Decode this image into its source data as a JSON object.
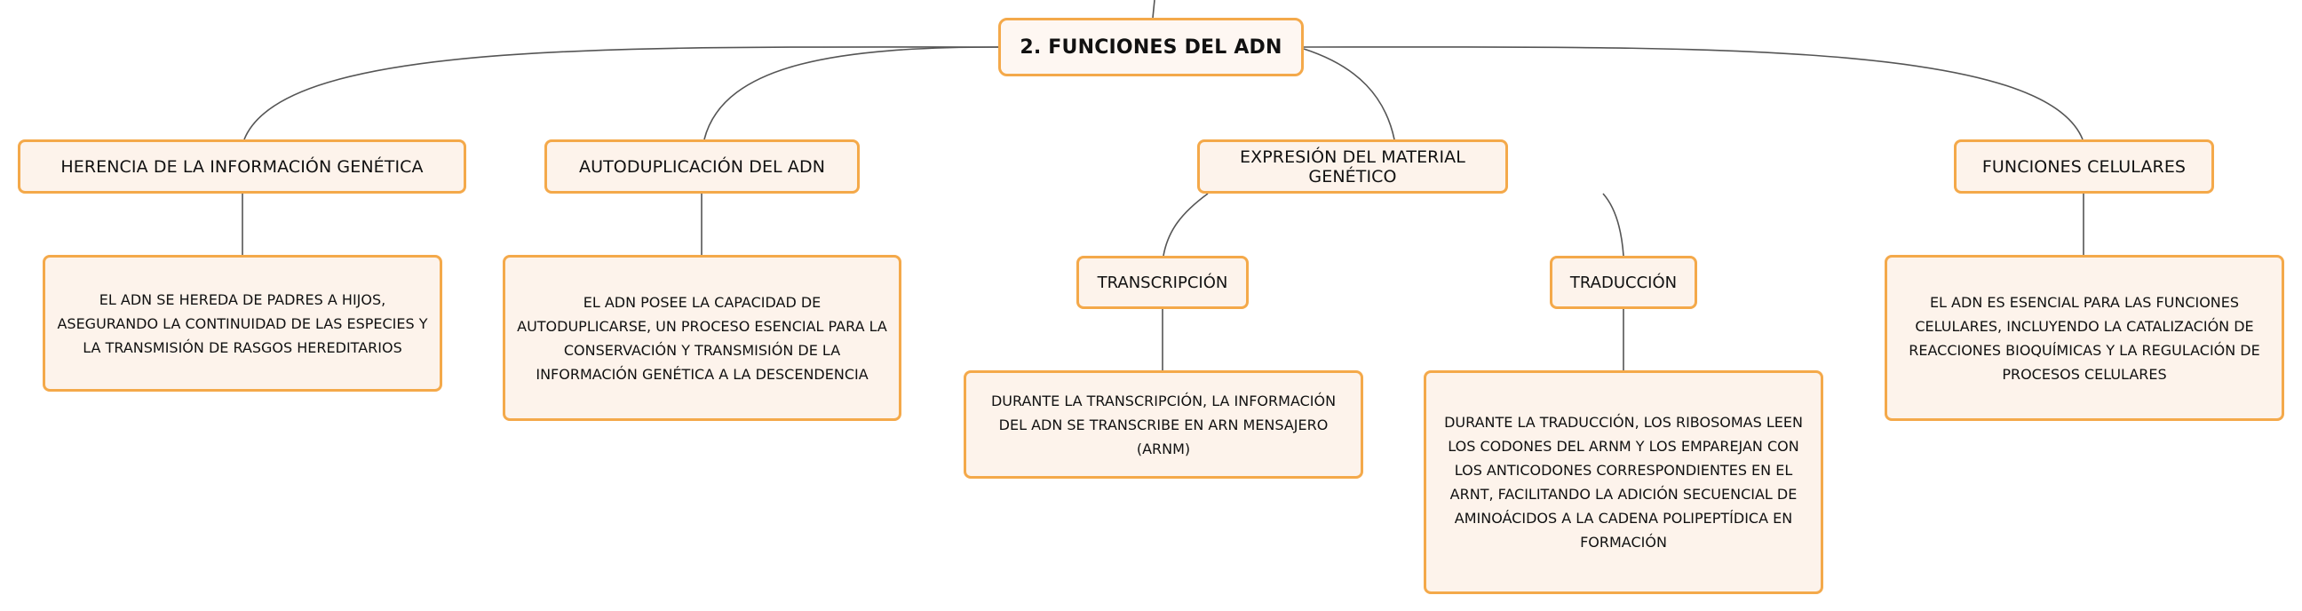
{
  "root": {
    "label": "2. FUNCIONES DEL ADN"
  },
  "topics": [
    {
      "label": "HERENCIA DE LA INFORMACIÓN GENÉTICA",
      "detail": "EL ADN SE HEREDA DE PADRES A HIJOS, ASEGURANDO LA CONTINUIDAD DE LAS ESPECIES Y LA TRANSMISIÓN DE RASGOS HEREDITARIOS"
    },
    {
      "label": "AUTODUPLICACIÓN DEL ADN",
      "detail": "EL ADN POSEE LA CAPACIDAD DE AUTODUPLICARSE, UN PROCESO ESENCIAL PARA LA CONSERVACIÓN Y TRANSMISIÓN DE LA INFORMACIÓN GENÉTICA A LA DESCENDENCIA"
    },
    {
      "label": "EXPRESIÓN DEL MATERIAL GENÉTICO",
      "subtopics": [
        {
          "label": "TRANSCRIPCIÓN",
          "detail": "DURANTE LA TRANSCRIPCIÓN, LA INFORMACIÓN DEL ADN SE TRANSCRIBE EN ARN MENSAJERO (ARNM)"
        },
        {
          "label": "TRADUCCIÓN",
          "detail": "DURANTE LA TRADUCCIÓN, LOS RIBOSOMAS LEEN LOS CODONES DEL ARNM Y LOS EMPAREJAN CON LOS ANTICODONES CORRESPONDIENTES EN EL ARNT, FACILITANDO LA ADICIÓN SECUENCIAL DE AMINOÁCIDOS A LA CADENA POLIPEPTÍDICA EN FORMACIÓN"
        }
      ]
    },
    {
      "label": "FUNCIONES CELULARES",
      "detail": "EL ADN ES ESENCIAL PARA LAS FUNCIONES CELULARES, INCLUYENDO LA CATALIZACIÓN DE REACCIONES BIOQUÍMICAS Y LA REGULACIÓN DE PROCESOS CELULARES"
    }
  ],
  "colors": {
    "node_border": "#f4a94a",
    "node_fill": "#fdf3eb",
    "connector": "#555555"
  }
}
